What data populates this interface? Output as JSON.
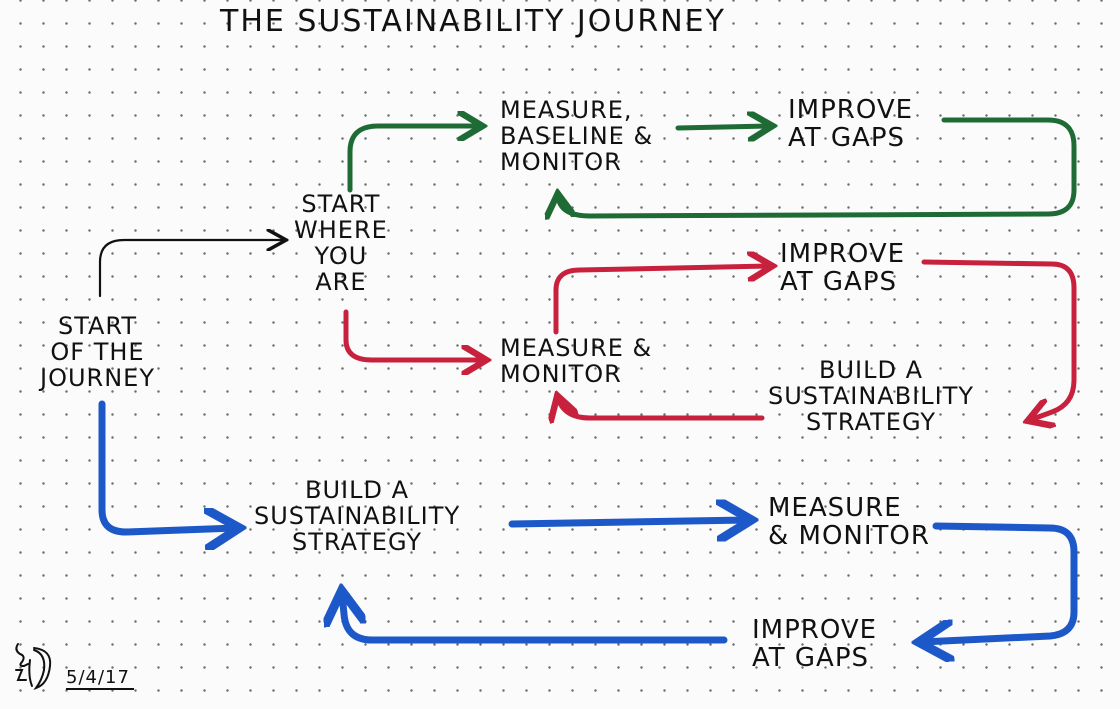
{
  "title": "THE SUSTAINABILITY JOURNEY",
  "colors": {
    "ink": "#111111",
    "green": "#1f6b35",
    "red": "#c8213e",
    "blue": "#1d58c8",
    "dots": "#6e6e6e"
  },
  "nodes": {
    "start_journey": [
      "START",
      "OF THE",
      "JOURNEY"
    ],
    "start_where": [
      "START",
      "WHERE",
      "YOU",
      "ARE"
    ],
    "green_measure": [
      "MEASURE,",
      "BASELINE &",
      "MONITOR"
    ],
    "green_improve": [
      "IMPROVE",
      "AT GAPS"
    ],
    "red_improve": [
      "IMPROVE",
      "AT GAPS"
    ],
    "red_measure": [
      "MEASURE &",
      "MONITOR"
    ],
    "red_strategy": [
      "BUILD A",
      "SUSTAINABILITY",
      "STRATEGY"
    ],
    "blue_strategy": [
      "BUILD A",
      "SUSTAINABILITY",
      "STRATEGY"
    ],
    "blue_measure": [
      "MEASURE",
      "& MONITOR"
    ],
    "blue_improve": [
      "IMPROVE",
      "AT GAPS"
    ]
  },
  "signature": {
    "date": "5/4/17"
  }
}
